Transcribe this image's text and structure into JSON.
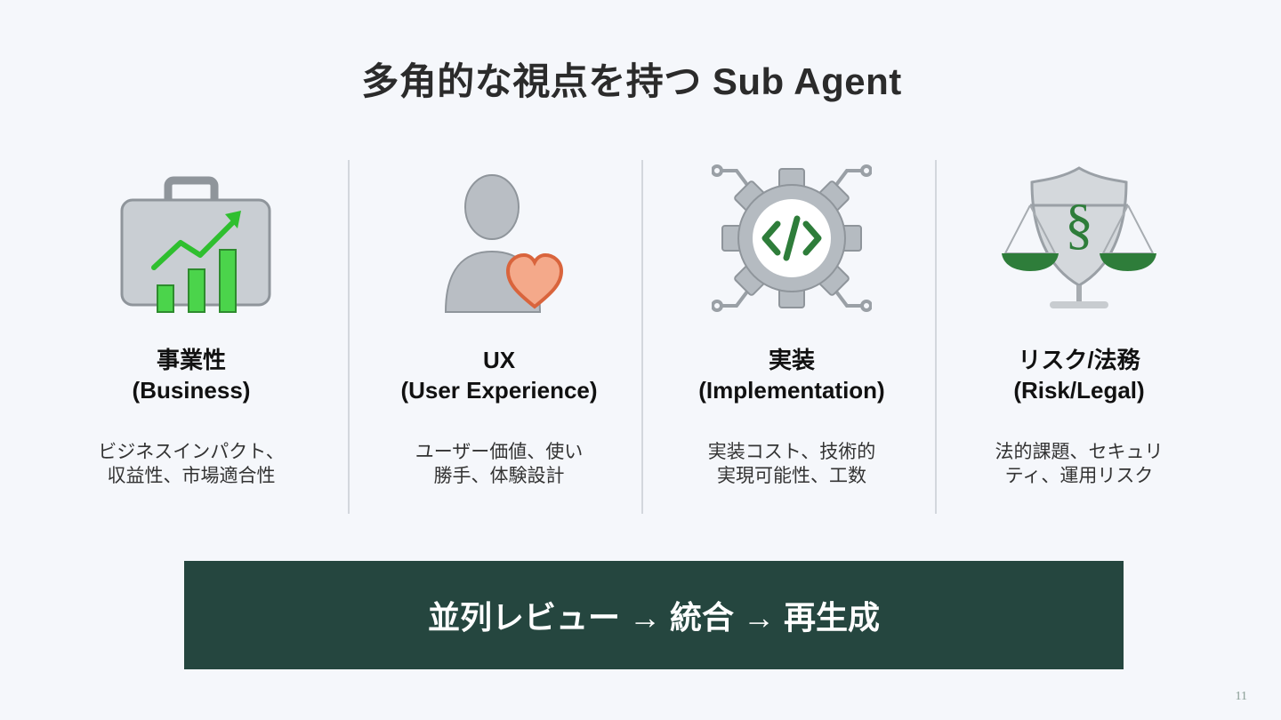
{
  "title": "多角的な視点を持つ Sub Agent",
  "columns": [
    {
      "icon": "briefcase-growth-chart-icon",
      "name_line1": "事業性",
      "name_line2": "(Business)",
      "desc_line1": "ビジネスインパクト、",
      "desc_line2": "収益性、市場適合性"
    },
    {
      "icon": "user-heart-icon",
      "name_line1": "UX",
      "name_line2": "(User Experience)",
      "desc_line1": "ユーザー価値、使い",
      "desc_line2": "勝手、体験設計"
    },
    {
      "icon": "gear-code-icon",
      "name_line1": "実装",
      "name_line2": "(Implementation)",
      "desc_line1": "実装コスト、技術的",
      "desc_line2": "実現可能性、工数"
    },
    {
      "icon": "scales-shield-section-icon",
      "name_line1": "リスク/法務",
      "name_line2": "(Risk/Legal)",
      "desc_line1": "法的課題、セキュリ",
      "desc_line2": "ティ、運用リスク"
    }
  ],
  "banner": "並列レビュー → 統合 → 再生成",
  "page_number": "11",
  "colors": {
    "accent_green": "#2e7d3a",
    "bright_green": "#4bd44b",
    "banner_bg": "#25463f",
    "heart": "#f0a080"
  }
}
